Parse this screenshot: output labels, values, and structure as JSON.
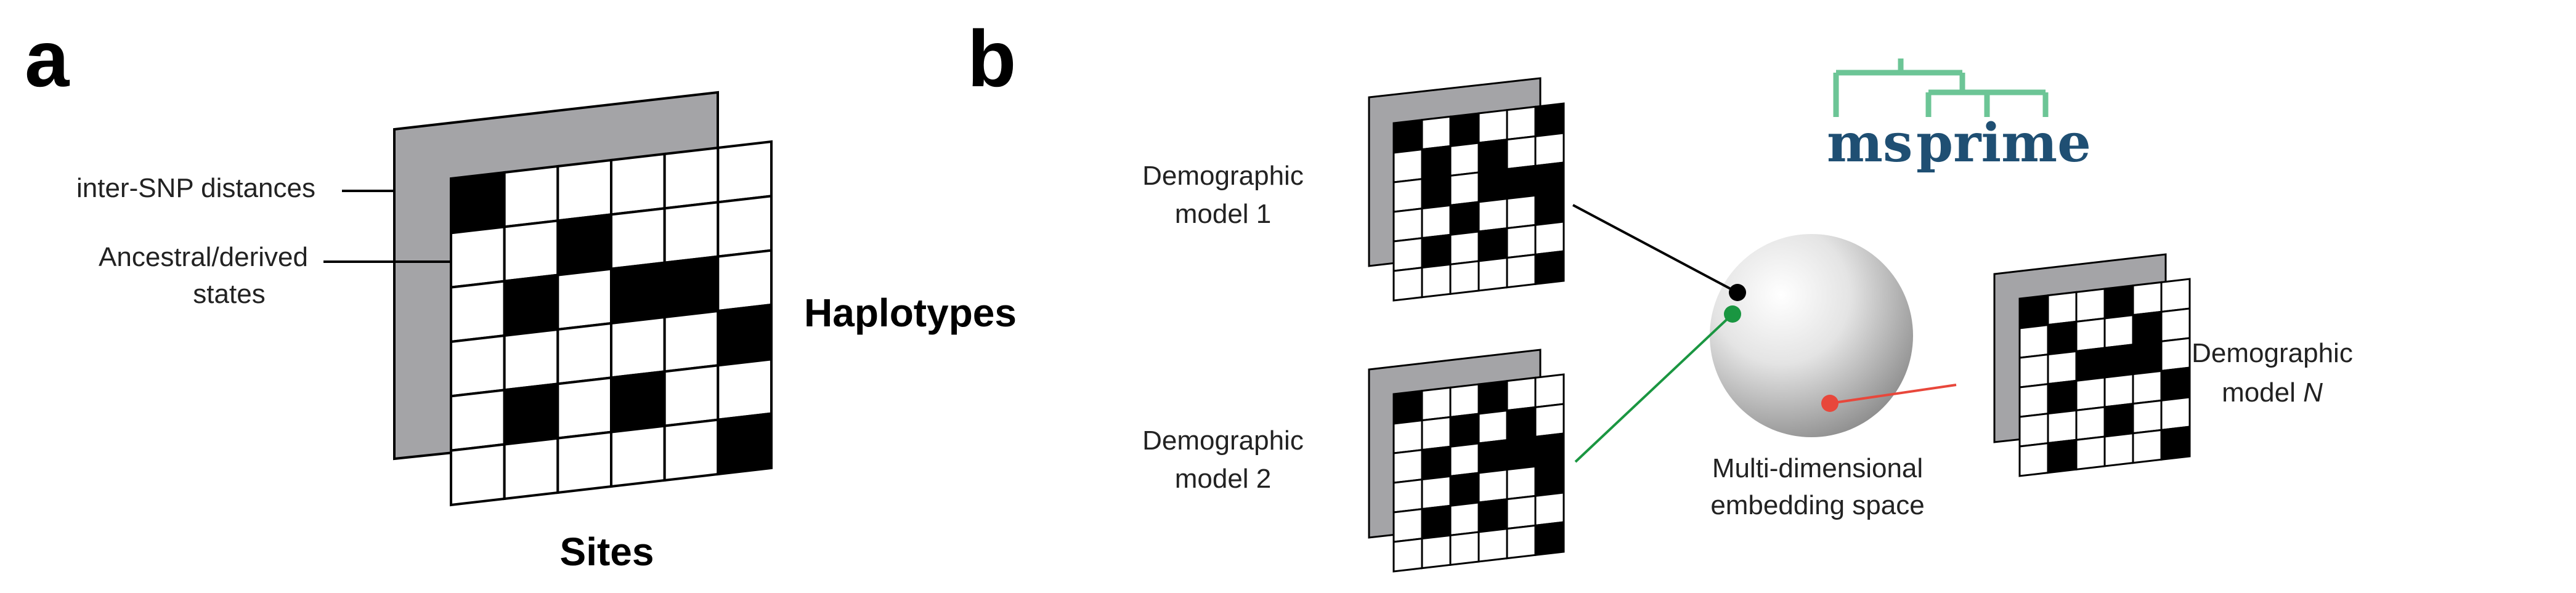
{
  "panel_a": {
    "letter": "a",
    "label_distances": "inter-SNP distances",
    "label_states_1": "Ancestral/derived",
    "label_states_2": "states",
    "axis_haplotypes": "Haplotypes",
    "axis_sites": "Sites",
    "matrix": [
      [
        1,
        0,
        0,
        0,
        0,
        0
      ],
      [
        0,
        0,
        1,
        0,
        0,
        0
      ],
      [
        0,
        1,
        0,
        1,
        1,
        0
      ],
      [
        0,
        0,
        0,
        0,
        0,
        1
      ],
      [
        0,
        1,
        0,
        1,
        0,
        0
      ],
      [
        0,
        0,
        0,
        0,
        0,
        1
      ]
    ]
  },
  "panel_b": {
    "letter": "b",
    "logo_left": "ms",
    "logo_right": "prime",
    "model1_line1": "Demographic",
    "model1_line2": "model 1",
    "model2_line1": "Demographic",
    "model2_line2": "model 2",
    "modelN_line1": "Demographic",
    "modelN_line2": "model ",
    "modelN_italic": "N",
    "sphere_line1": "Multi-dimensional",
    "sphere_line2": "embedding space",
    "matrix1": [
      [
        1,
        0,
        1,
        0,
        0,
        1
      ],
      [
        0,
        1,
        0,
        1,
        0,
        0
      ],
      [
        0,
        1,
        0,
        1,
        1,
        1
      ],
      [
        0,
        0,
        1,
        0,
        0,
        1
      ],
      [
        0,
        1,
        0,
        1,
        0,
        0
      ],
      [
        0,
        0,
        0,
        0,
        0,
        1
      ]
    ],
    "matrix2": [
      [
        1,
        0,
        0,
        1,
        0,
        0
      ],
      [
        0,
        0,
        1,
        0,
        1,
        0
      ],
      [
        0,
        1,
        0,
        1,
        1,
        1
      ],
      [
        0,
        0,
        1,
        0,
        0,
        1
      ],
      [
        0,
        1,
        0,
        1,
        0,
        0
      ],
      [
        0,
        0,
        0,
        0,
        0,
        1
      ]
    ],
    "matrixN": [
      [
        1,
        0,
        0,
        1,
        0,
        0
      ],
      [
        0,
        1,
        0,
        0,
        1,
        0
      ],
      [
        0,
        0,
        1,
        1,
        1,
        0
      ],
      [
        0,
        1,
        0,
        0,
        0,
        1
      ],
      [
        0,
        0,
        0,
        1,
        0,
        0
      ],
      [
        0,
        1,
        0,
        0,
        0,
        1
      ]
    ],
    "colors": {
      "model1_dot": "#000000",
      "model2_dot": "#1a9641",
      "modelN_dot": "#e8473b",
      "logo_tree": "#6cc596",
      "logo_text": "#1f4f73"
    }
  }
}
